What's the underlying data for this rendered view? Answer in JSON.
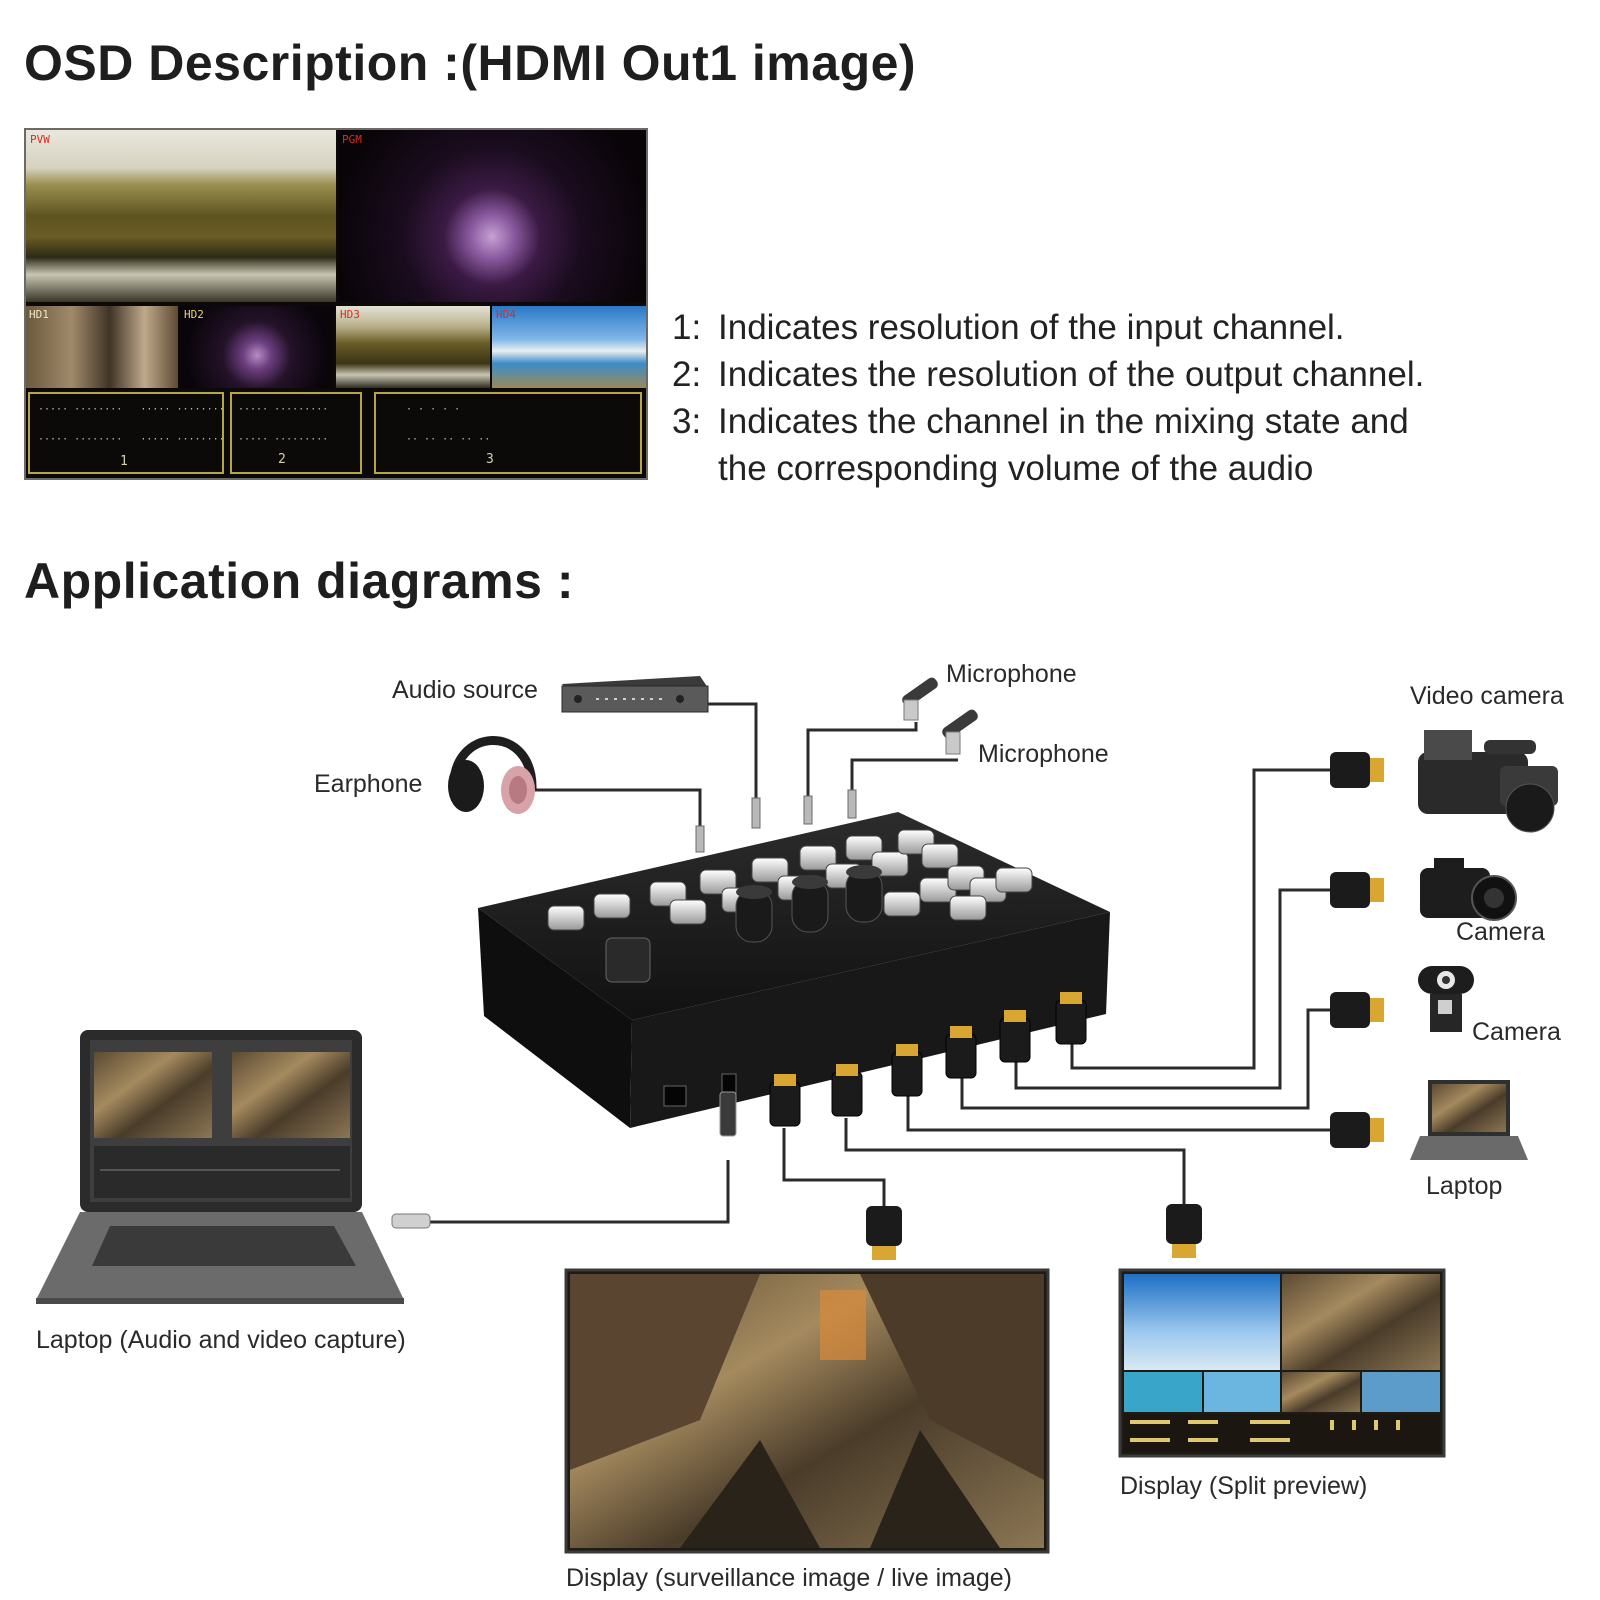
{
  "osd": {
    "title": "OSD Description :(HDMI Out1 image)",
    "tags": {
      "pvw": "PVW",
      "pgm": "PGM",
      "hd1": "HD1",
      "hd2": "HD2",
      "hd3": "HD3",
      "hd4": "HD4"
    },
    "status_numbers": [
      "1",
      "2",
      "3"
    ],
    "descriptions": [
      {
        "num": "1:",
        "text": "Indicates resolution of the input channel."
      },
      {
        "num": "2:",
        "text": "Indicates the resolution of the output channel."
      },
      {
        "num": "3:",
        "text": "Indicates the channel in the mixing state and"
      },
      {
        "num": "",
        "text": "the corresponding volume of the audio"
      }
    ]
  },
  "application": {
    "title": "Application diagrams :",
    "labels": {
      "audio_source": "Audio source",
      "earphone": "Earphone",
      "microphone_1": "Microphone",
      "microphone_2": "Microphone",
      "video_camera": "Video camera",
      "camera_1": "Camera",
      "camera_2": "Camera",
      "laptop_right": "Laptop",
      "laptop_capture": "Laptop (Audio and video capture)",
      "display_live": "Display (surveillance image / live image)",
      "display_split": "Display (Split preview)"
    }
  },
  "colors": {
    "cable": "#2b2b2b",
    "device": "#151515",
    "osd_border": "#b8a646",
    "hdmi_gold": "#d9a632"
  }
}
